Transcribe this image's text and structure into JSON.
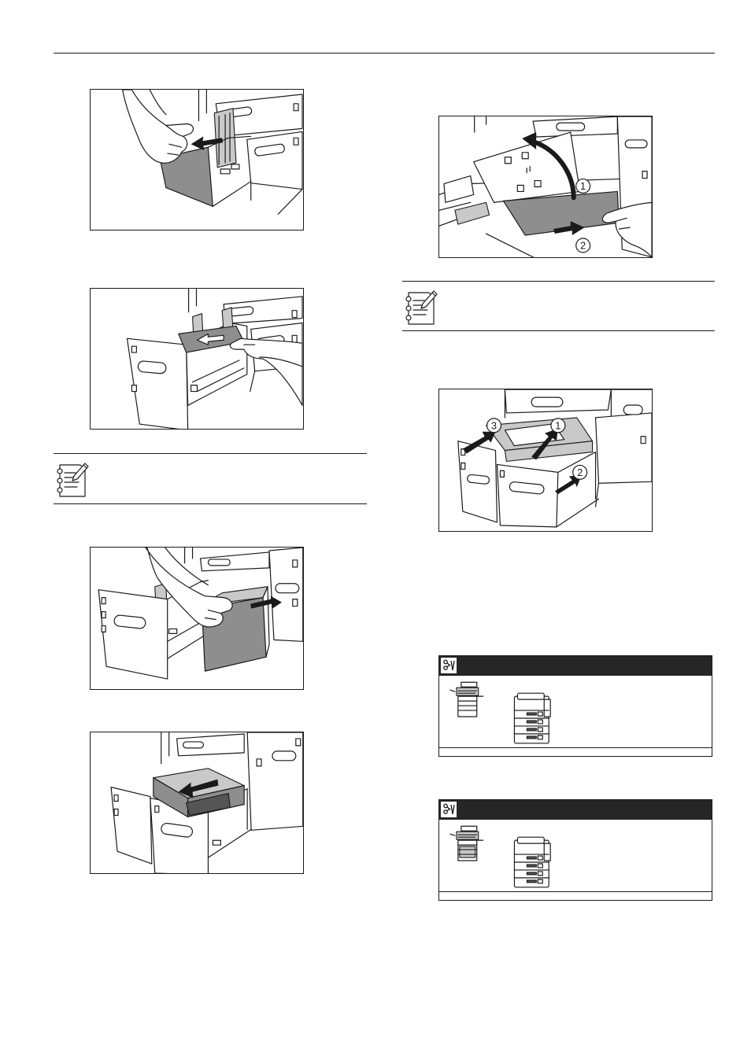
{
  "colors": {
    "ink": "#1a1a1a",
    "tray_gray": "#8e8e8e",
    "panel_header": "#262626",
    "paper": "#ffffff"
  },
  "icons": {
    "note": "note-icon",
    "panel": "tools-icon"
  },
  "figure_right_top": {
    "markers": [
      "1",
      "2"
    ]
  },
  "figure_right_middle": {
    "markers": [
      "3",
      "1",
      "2"
    ]
  }
}
